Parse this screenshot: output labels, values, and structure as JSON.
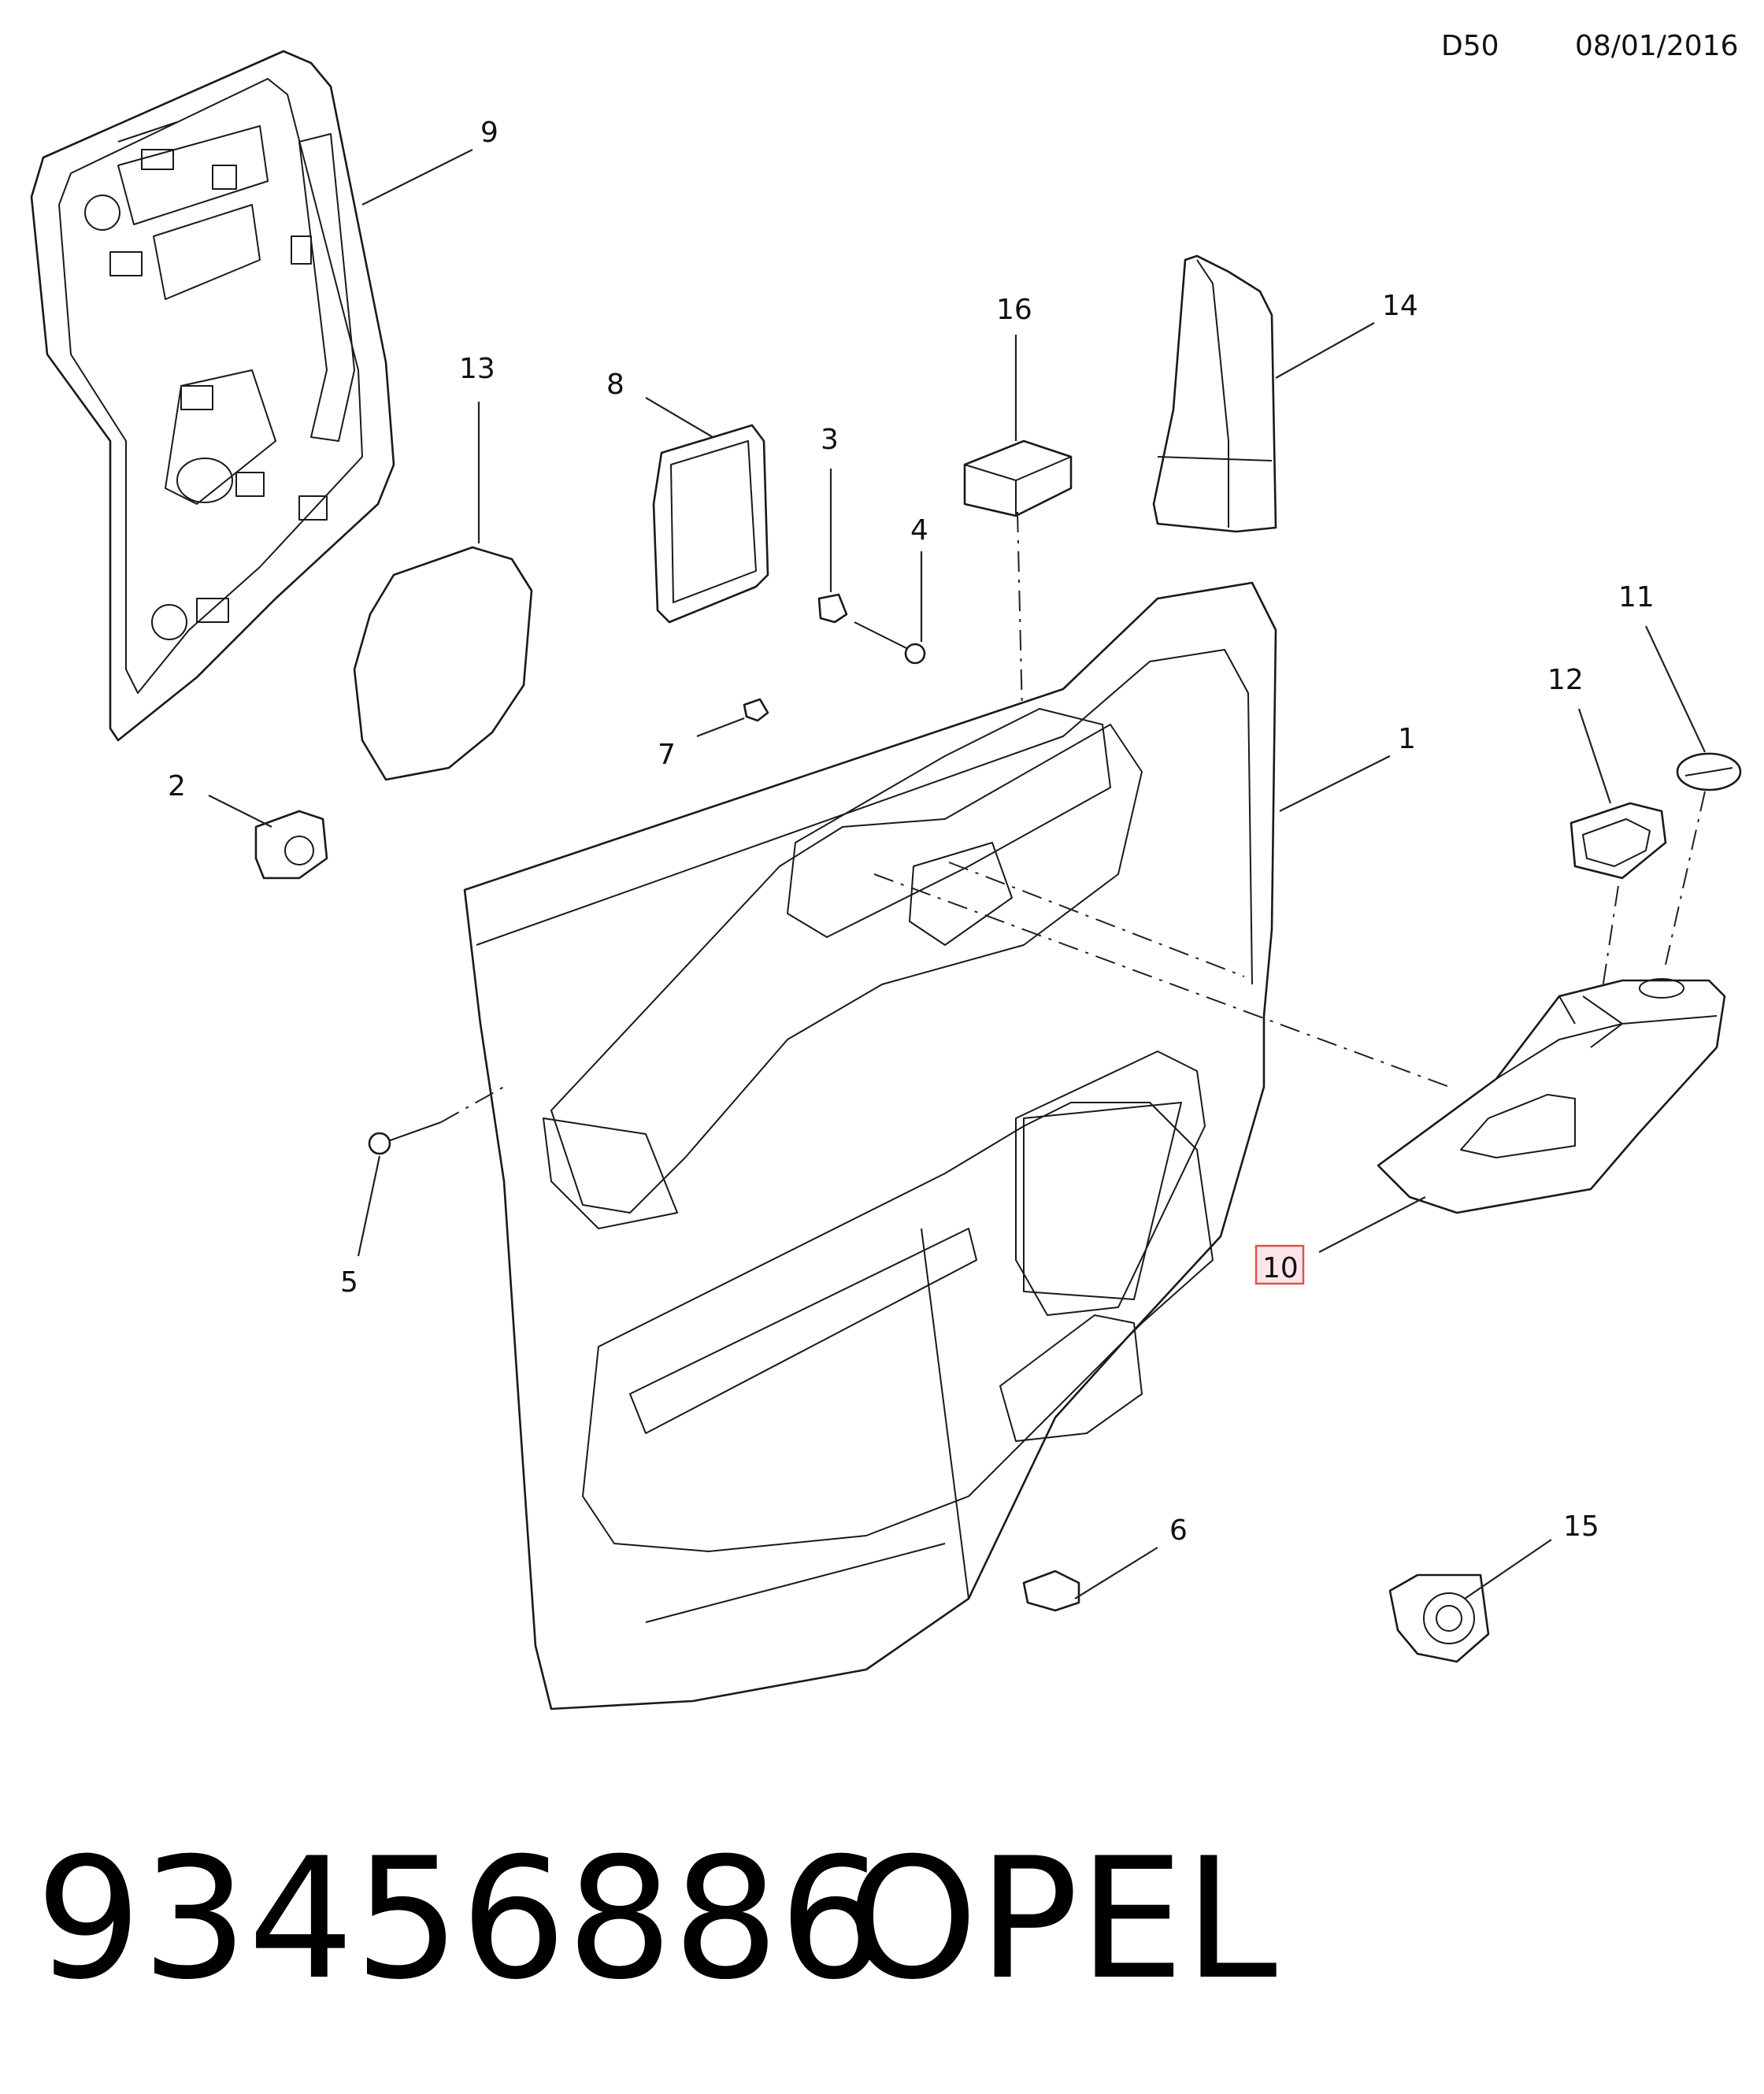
{
  "header": {
    "code": "D50",
    "date": "08/01/2016"
  },
  "callouts": {
    "c1": "1",
    "c2": "2",
    "c3": "3",
    "c4": "4",
    "c5": "5",
    "c6": "6",
    "c7": "7",
    "c8": "8",
    "c9": "9",
    "c10": "10",
    "c11": "11",
    "c12": "12",
    "c13": "13",
    "c14": "14",
    "c15": "15",
    "c16": "16"
  },
  "highlight": {
    "callout": "10",
    "color": "#d9534f"
  },
  "footer": {
    "part_number": "93456886",
    "brand": "OPEL"
  }
}
